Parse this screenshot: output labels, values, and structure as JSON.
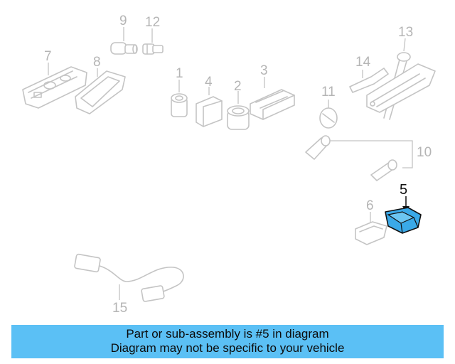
{
  "callouts": {
    "c1": "1",
    "c2": "2",
    "c3": "3",
    "c4": "4",
    "c5": "5",
    "c6": "6",
    "c7": "7",
    "c8": "8",
    "c9": "9",
    "c10": "10",
    "c11": "11",
    "c12": "12",
    "c13": "13",
    "c14": "14",
    "c15": "15"
  },
  "banner": {
    "line1": "Part or sub-assembly is #5 in diagram",
    "line2": "Diagram may not be specific to your vehicle"
  },
  "colors": {
    "highlight_part": "#3aa9e8",
    "banner_background": "#5bc0f5",
    "line_art": "#c4c4c4"
  }
}
